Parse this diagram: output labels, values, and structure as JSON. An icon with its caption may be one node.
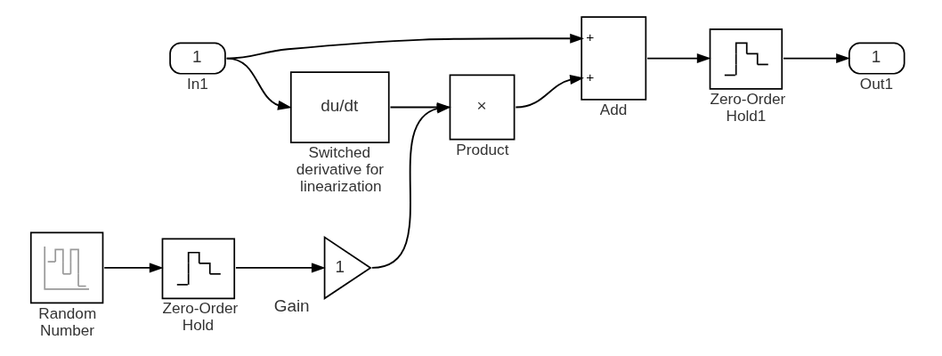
{
  "diagram": {
    "nodes": [
      {
        "text": [
          "1"
        ],
        "beside": [
          "In1"
        ]
      },
      {
        "text": [
          "+",
          "+"
        ],
        "beside": [
          "Add"
        ]
      },
      {
        "text": [],
        "shape": "picture",
        "beside": [
          "Zero-Order Hold1"
        ]
      },
      {
        "text": [
          "1"
        ],
        "beside": [
          "Out1"
        ]
      },
      {
        "text": [
          "du/dt"
        ],
        "beside": [
          "Switched derivative for linearization"
        ]
      },
      {
        "text": [
          "×"
        ],
        "beside": [
          "Product"
        ]
      },
      {
        "text": [],
        "shape": "picture",
        "beside": [
          "Random Number"
        ]
      },
      {
        "text": [],
        "shape": "picture",
        "beside": [
          "Zero-Order Hold"
        ]
      },
      {
        "text": [
          "1"
        ],
        "beside": [
          "Gain"
        ]
      }
    ],
    "edges": [
      {
        "from": 0,
        "to": 1,
        "arrow": "to"
      },
      {
        "from": 0,
        "to": 4,
        "arrow": "to"
      },
      {
        "from": 4,
        "to": 5,
        "arrow": "to"
      },
      {
        "from": 6,
        "to": 7,
        "arrow": "to"
      },
      {
        "from": 7,
        "to": 8,
        "arrow": "to"
      },
      {
        "from": 8,
        "to": 5,
        "arrow": "to"
      },
      {
        "from": 5,
        "to": 1,
        "arrow": "to"
      },
      {
        "from": 1,
        "to": 2,
        "arrow": "to"
      },
      {
        "from": 2,
        "to": 3,
        "arrow": "to"
      }
    ]
  }
}
